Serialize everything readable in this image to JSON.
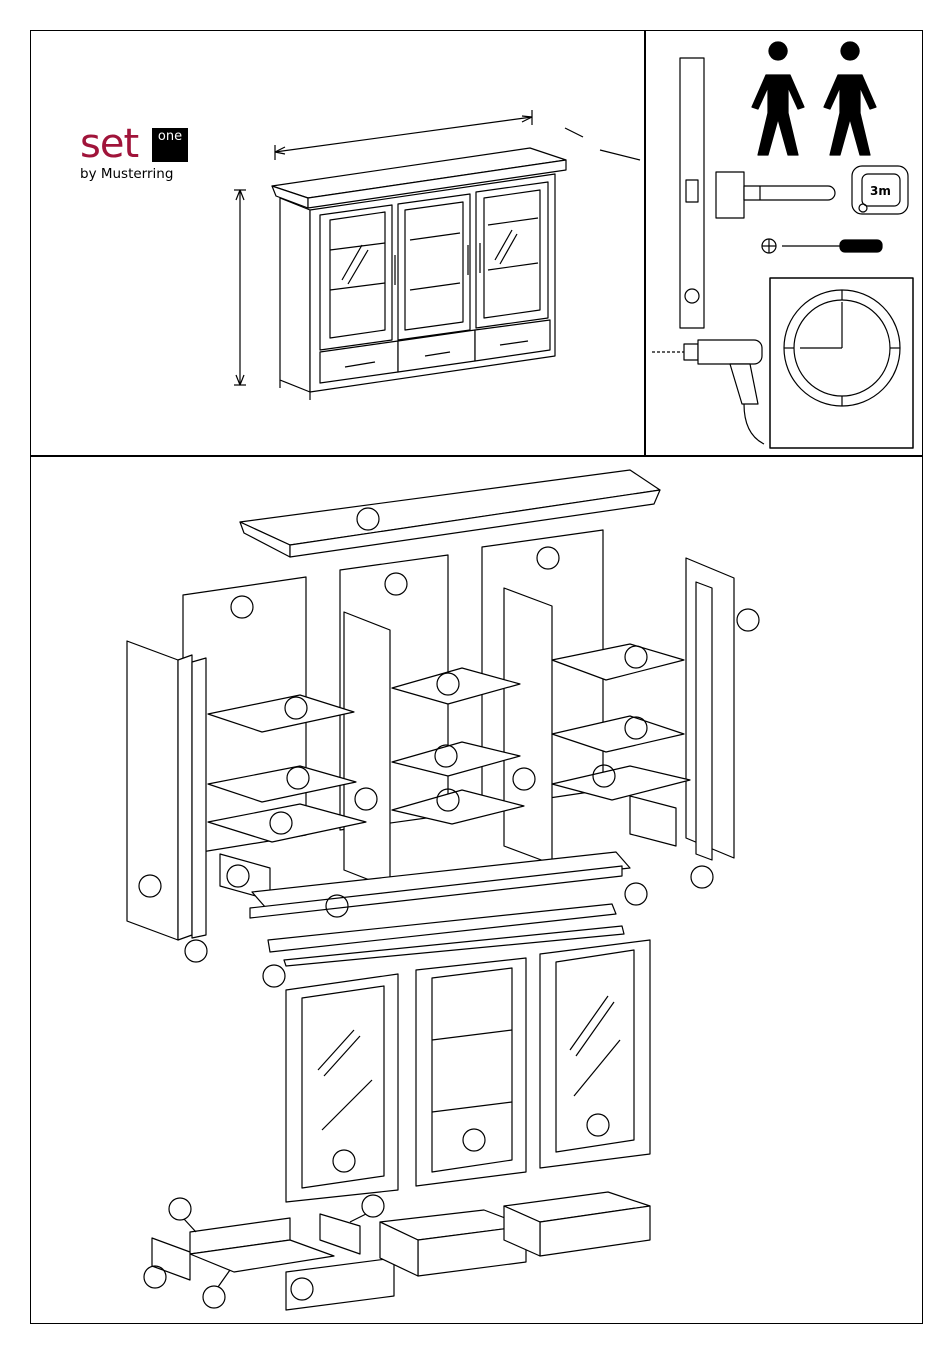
{
  "brand": {
    "name": "set",
    "badge": "one",
    "tagline": "by Musterring"
  },
  "tools": {
    "people_icons": [
      "person-icon",
      "person-icon"
    ],
    "items": [
      "spirit-level-icon",
      "hammer-icon",
      "tape-measure-icon",
      "screwdriver-icon",
      "drill-icon",
      "clock-icon"
    ],
    "tape_measure_label": "3m"
  },
  "colors": {
    "brand_red": "#a0143a",
    "line": "#000000"
  }
}
